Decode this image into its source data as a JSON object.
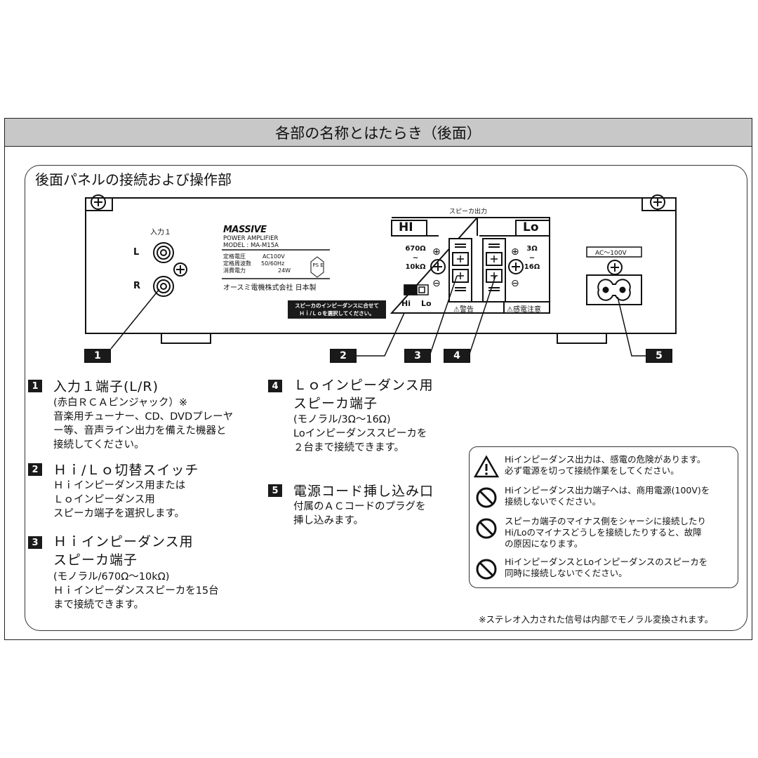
{
  "header": {
    "title": "各部の名称とはたらき（後面）"
  },
  "panel": {
    "title": "後面パネルの接続および操作部"
  },
  "device": {
    "input_label": "入力１",
    "input_l": "L",
    "input_r": "R",
    "brand": "MASSIVE",
    "product": "POWER AMPLIFIER",
    "model": "MODEL : MA-M15A",
    "spec_rows": [
      {
        "label": "定格電圧",
        "value": "AC100V"
      },
      {
        "label": "定格周波数",
        "value": "50/60Hz"
      },
      {
        "label": "消費電力",
        "value": "24W"
      }
    ],
    "pse": "PS E",
    "maker": "オースミ電機株式会社 日本製",
    "notice_line1": "スピーカのインピーダンスに合せて",
    "notice_line2": "Ｈｉ/Ｌｏを選択してください。",
    "speaker_out_label": "スピーカ出力",
    "hi_label": "HI",
    "lo_label": "Lo",
    "hi_imp_top": "670Ω",
    "hi_imp_mid": "~",
    "hi_imp_bot": "10kΩ",
    "lo_imp_top": "3Ω",
    "lo_imp_mid": "~",
    "lo_imp_bot": "16Ω",
    "plus": "⊕",
    "minus": "⊖",
    "switch_hi": "Hi",
    "switch_lo": "Lo",
    "warning_label": "⚠警告",
    "shock_label": "⚠感電注意",
    "ac_label": "AC～100V"
  },
  "callouts": [
    "1",
    "2",
    "3",
    "4",
    "5"
  ],
  "items": [
    {
      "num": "1",
      "title": "入力１端子(L/R)",
      "lines": [
        "(赤白ＲＣＡピンジャック）※",
        "音楽用チューナー、CD、DVDプレーヤ",
        "ー等、音声ライン出力を備えた機器と",
        "接続してください。"
      ]
    },
    {
      "num": "2",
      "title": "Ｈｉ/Ｌｏ切替スイッチ",
      "lines": [
        "Ｈｉインピーダンス用または",
        "Ｌｏインピーダンス用",
        "スピーカ端子を選択します。"
      ]
    },
    {
      "num": "3",
      "title_lines": [
        "Ｈｉインピーダンス用",
        "スピーカ端子"
      ],
      "lines": [
        "(モノラル/670Ω～10kΩ)",
        "Ｈｉインピーダンススピーカを15台",
        "まで接続できます。"
      ]
    },
    {
      "num": "4",
      "title_lines": [
        "Ｌｏインピーダンス用",
        "スピーカ端子"
      ],
      "lines": [
        "(モノラル/3Ω～16Ω)",
        "Loインピーダンススピーカを",
        "２台まで接続できます。"
      ]
    },
    {
      "num": "5",
      "title": "電源コード挿し込み口",
      "lines": [
        "付属のＡＣコードのプラグを",
        "挿し込みます。"
      ]
    }
  ],
  "warnings": [
    {
      "icon": "warning-triangle-icon",
      "lines": [
        "Hiインピーダンス出力は、感電の危険があります。",
        "必ず電源を切って接続作業をしてください。"
      ]
    },
    {
      "icon": "prohibited-icon",
      "lines": [
        "Hiインピーダンス出力端子へは、商用電源(100V)を",
        "接続しないでください。"
      ]
    },
    {
      "icon": "prohibited-icon",
      "lines": [
        "スピーカ端子のマイナス側をシャーシに接続したり",
        "Hi/Loのマイナスどうしを接続したりすると、故障",
        "の原因になります。"
      ]
    },
    {
      "icon": "prohibited-icon",
      "lines": [
        "HiインピーダンスとLoインピーダンスのスピーカを",
        "同時に接続しないでください。"
      ]
    }
  ],
  "footnote": "※ステレオ入力された信号は内部でモノラル変換されます。"
}
